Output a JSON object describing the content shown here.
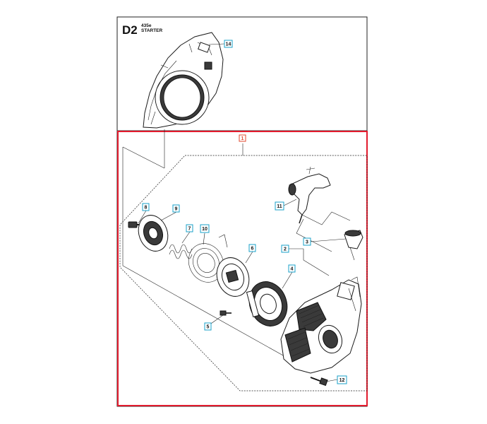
{
  "header": {
    "page_code": "D2",
    "model": "435e",
    "section": "STARTER"
  },
  "assembly_group": {
    "label": "1"
  },
  "callouts": [
    {
      "id": "c14",
      "label": "14"
    },
    {
      "id": "c8",
      "label": "8"
    },
    {
      "id": "c9",
      "label": "9"
    },
    {
      "id": "c7",
      "label": "7"
    },
    {
      "id": "c10",
      "label": "10"
    },
    {
      "id": "c6",
      "label": "6"
    },
    {
      "id": "c4",
      "label": "4"
    },
    {
      "id": "c11",
      "label": "11"
    },
    {
      "id": "c2",
      "label": "2"
    },
    {
      "id": "c3",
      "label": "3"
    },
    {
      "id": "c5",
      "label": "5"
    },
    {
      "id": "c12",
      "label": "12"
    }
  ],
  "colors": {
    "highlight_frame": "#e21b2d",
    "callout_border": "#1aa0c8",
    "group_border": "#e0492f"
  }
}
